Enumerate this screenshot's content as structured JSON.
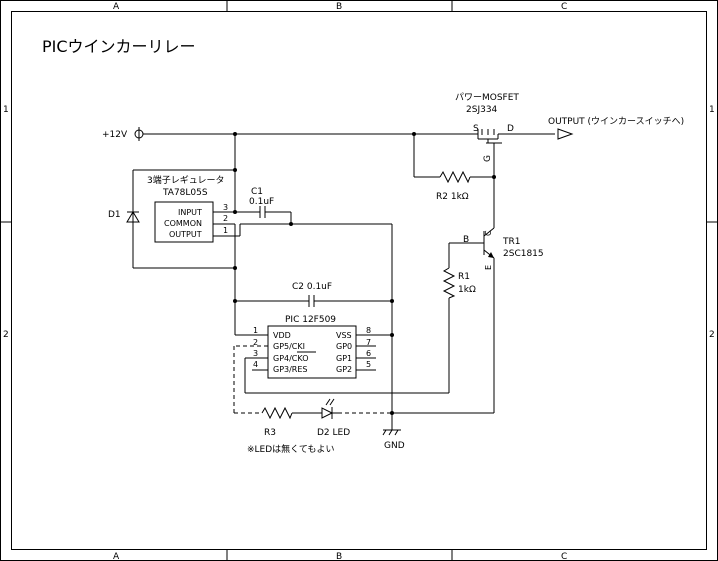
{
  "frame": {
    "columns": [
      "A",
      "B",
      "C"
    ],
    "rows": [
      "1",
      "2"
    ]
  },
  "title": "PICウインカーリレー",
  "power": {
    "label": "+12V"
  },
  "mosfet": {
    "title": "パワーMOSFET",
    "part": "2SJ334",
    "s": "S",
    "d": "D",
    "g": "G"
  },
  "output": {
    "label": "OUTPUT (ウインカースイッチへ)"
  },
  "r2": {
    "label": "R2  1kΩ"
  },
  "regulator": {
    "title": "3端子レギュレータ",
    "part": "TA78L05S",
    "pins": [
      "INPUT",
      "COMMON",
      "OUTPUT"
    ],
    "pin_numbers": [
      "3",
      "2",
      "1"
    ]
  },
  "d1": {
    "label": "D1"
  },
  "c1": {
    "name": "C1",
    "value": "0.1uF"
  },
  "c2": {
    "label": "C2  0.1uF"
  },
  "tr1": {
    "name": "TR1",
    "part": "2SC1815",
    "b": "B",
    "c": "C",
    "e": "E"
  },
  "r1": {
    "name": "R1",
    "value": "1kΩ"
  },
  "pic": {
    "title": "PIC 12F509",
    "left_pins": [
      "VDD",
      "GP5/CKI",
      "GP4/CKO",
      "GP3/RES"
    ],
    "left_numbers": [
      "1",
      "2",
      "3",
      "4"
    ],
    "right_pins": [
      "VSS",
      "GP0",
      "GP1",
      "GP2"
    ],
    "right_numbers": [
      "8",
      "7",
      "6",
      "5"
    ]
  },
  "r3": {
    "label": "R3"
  },
  "d2": {
    "label": "D2  LED"
  },
  "gnd": {
    "label": "GND"
  },
  "note": "※LEDは無くてもよい"
}
